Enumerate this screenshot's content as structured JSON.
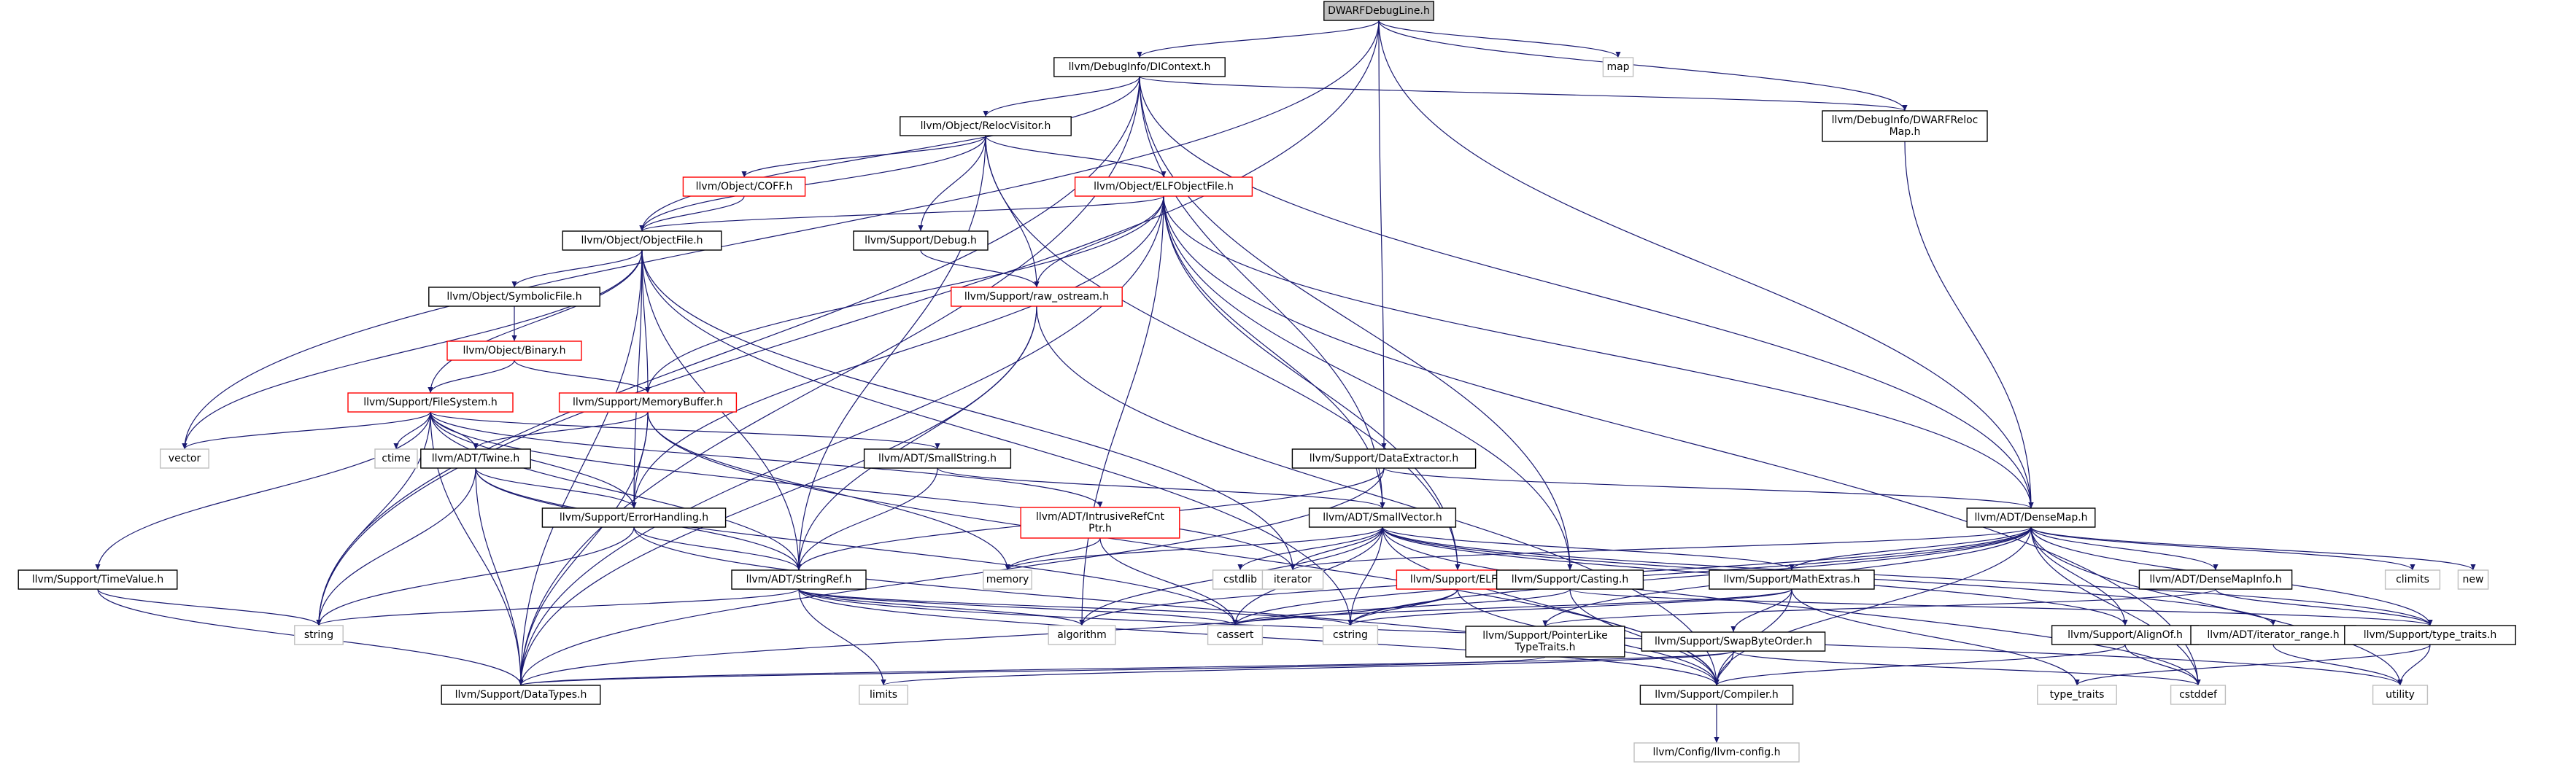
{
  "graph": {
    "title": "DWARFDebugLine.h",
    "colors": {
      "edge": "#191970",
      "node_border": "#000000",
      "node_border_external": "#bfbfbf",
      "node_border_truncated": "#ff0000",
      "root_fill": "#bfbfbf",
      "node_fill": "#ffffff"
    },
    "nodes": [
      {
        "id": "root",
        "lines": [
          "DWARFDebugLine.h"
        ],
        "kind": "root"
      },
      {
        "id": "dicontext",
        "lines": [
          "llvm/DebugInfo/DIContext.h"
        ],
        "kind": "normal"
      },
      {
        "id": "map",
        "lines": [
          "map"
        ],
        "kind": "external"
      },
      {
        "id": "dwarfreloc",
        "lines": [
          "llvm/DebugInfo/DWARFReloc",
          "Map.h"
        ],
        "kind": "normal"
      },
      {
        "id": "relocvisitor",
        "lines": [
          "llvm/Object/RelocVisitor.h"
        ],
        "kind": "normal"
      },
      {
        "id": "coff",
        "lines": [
          "llvm/Object/COFF.h"
        ],
        "kind": "truncated"
      },
      {
        "id": "elfobj",
        "lines": [
          "llvm/Object/ELFObjectFile.h"
        ],
        "kind": "truncated"
      },
      {
        "id": "objectfile",
        "lines": [
          "llvm/Object/ObjectFile.h"
        ],
        "kind": "normal"
      },
      {
        "id": "debug",
        "lines": [
          "llvm/Support/Debug.h"
        ],
        "kind": "normal"
      },
      {
        "id": "rawostream",
        "lines": [
          "llvm/Support/raw_ostream.h"
        ],
        "kind": "truncated"
      },
      {
        "id": "symbolicfile",
        "lines": [
          "llvm/Object/SymbolicFile.h"
        ],
        "kind": "normal"
      },
      {
        "id": "binary",
        "lines": [
          "llvm/Object/Binary.h"
        ],
        "kind": "truncated"
      },
      {
        "id": "filesystem",
        "lines": [
          "llvm/Support/FileSystem.h"
        ],
        "kind": "truncated"
      },
      {
        "id": "memorybuffer",
        "lines": [
          "llvm/Support/MemoryBuffer.h"
        ],
        "kind": "truncated"
      },
      {
        "id": "vector",
        "lines": [
          "vector"
        ],
        "kind": "external"
      },
      {
        "id": "ctime",
        "lines": [
          "ctime"
        ],
        "kind": "external"
      },
      {
        "id": "twine",
        "lines": [
          "llvm/ADT/Twine.h"
        ],
        "kind": "normal"
      },
      {
        "id": "smallstring",
        "lines": [
          "llvm/ADT/SmallString.h"
        ],
        "kind": "normal"
      },
      {
        "id": "dataextractor",
        "lines": [
          "llvm/Support/DataExtractor.h"
        ],
        "kind": "normal"
      },
      {
        "id": "densemap",
        "lines": [
          "llvm/ADT/DenseMap.h"
        ],
        "kind": "normal"
      },
      {
        "id": "errorhandling",
        "lines": [
          "llvm/Support/ErrorHandling.h"
        ],
        "kind": "normal"
      },
      {
        "id": "intrusiveref",
        "lines": [
          "llvm/ADT/IntrusiveRefCnt",
          "Ptr.h"
        ],
        "kind": "truncated"
      },
      {
        "id": "smallvector",
        "lines": [
          "llvm/ADT/SmallVector.h"
        ],
        "kind": "normal"
      },
      {
        "id": "timevalue",
        "lines": [
          "llvm/Support/TimeValue.h"
        ],
        "kind": "normal"
      },
      {
        "id": "stringref",
        "lines": [
          "llvm/ADT/StringRef.h"
        ],
        "kind": "normal"
      },
      {
        "id": "memory",
        "lines": [
          "memory"
        ],
        "kind": "external"
      },
      {
        "id": "cstdlib",
        "lines": [
          "cstdlib"
        ],
        "kind": "external"
      },
      {
        "id": "iterator",
        "lines": [
          "iterator"
        ],
        "kind": "external"
      },
      {
        "id": "supportelf",
        "lines": [
          "llvm/Support/ELF.h"
        ],
        "kind": "truncated"
      },
      {
        "id": "casting",
        "lines": [
          "llvm/Support/Casting.h"
        ],
        "kind": "normal"
      },
      {
        "id": "mathextras",
        "lines": [
          "llvm/Support/MathExtras.h"
        ],
        "kind": "normal"
      },
      {
        "id": "densemapinfo",
        "lines": [
          "llvm/ADT/DenseMapInfo.h"
        ],
        "kind": "normal"
      },
      {
        "id": "climits",
        "lines": [
          "climits"
        ],
        "kind": "external"
      },
      {
        "id": "new",
        "lines": [
          "new"
        ],
        "kind": "external"
      },
      {
        "id": "string",
        "lines": [
          "string"
        ],
        "kind": "external"
      },
      {
        "id": "algorithm",
        "lines": [
          "algorithm"
        ],
        "kind": "external"
      },
      {
        "id": "cassert",
        "lines": [
          "cassert"
        ],
        "kind": "external"
      },
      {
        "id": "cstring",
        "lines": [
          "cstring"
        ],
        "kind": "external"
      },
      {
        "id": "pointerlike",
        "lines": [
          "llvm/Support/PointerLike",
          "TypeTraits.h"
        ],
        "kind": "normal"
      },
      {
        "id": "swapbyteorder",
        "lines": [
          "llvm/Support/SwapByteOrder.h"
        ],
        "kind": "normal"
      },
      {
        "id": "alignof",
        "lines": [
          "llvm/Support/AlignOf.h"
        ],
        "kind": "normal"
      },
      {
        "id": "iteratorrange",
        "lines": [
          "llvm/ADT/iterator_range.h"
        ],
        "kind": "normal"
      },
      {
        "id": "typetraits",
        "lines": [
          "llvm/Support/type_traits.h"
        ],
        "kind": "normal"
      },
      {
        "id": "datatypes",
        "lines": [
          "llvm/Support/DataTypes.h"
        ],
        "kind": "normal"
      },
      {
        "id": "limits",
        "lines": [
          "limits"
        ],
        "kind": "external"
      },
      {
        "id": "compiler",
        "lines": [
          "llvm/Support/Compiler.h"
        ],
        "kind": "normal"
      },
      {
        "id": "type_traits",
        "lines": [
          "type_traits"
        ],
        "kind": "external"
      },
      {
        "id": "cstddef",
        "lines": [
          "cstddef"
        ],
        "kind": "external"
      },
      {
        "id": "utility",
        "lines": [
          "utility"
        ],
        "kind": "external"
      },
      {
        "id": "llvmconfig",
        "lines": [
          "llvm/Config/llvm-config.h"
        ],
        "kind": "external"
      }
    ],
    "edges": [
      [
        "root",
        "dicontext"
      ],
      [
        "root",
        "map"
      ],
      [
        "root",
        "dwarfreloc"
      ],
      [
        "root",
        "dataextractor"
      ],
      [
        "root",
        "densemap"
      ],
      [
        "root",
        "vector"
      ],
      [
        "root",
        "string"
      ],
      [
        "dicontext",
        "relocvisitor"
      ],
      [
        "dicontext",
        "objectfile"
      ],
      [
        "dicontext",
        "dwarfreloc"
      ],
      [
        "dicontext",
        "casting"
      ],
      [
        "dicontext",
        "smallvector"
      ],
      [
        "dicontext",
        "string"
      ],
      [
        "dicontext",
        "datatypes"
      ],
      [
        "dicontext",
        "densemap"
      ],
      [
        "dwarfreloc",
        "densemap"
      ],
      [
        "relocvisitor",
        "coff"
      ],
      [
        "relocvisitor",
        "elfobj"
      ],
      [
        "relocvisitor",
        "objectfile"
      ],
      [
        "relocvisitor",
        "debug"
      ],
      [
        "relocvisitor",
        "rawostream"
      ],
      [
        "relocvisitor",
        "stringref"
      ],
      [
        "relocvisitor",
        "supportelf"
      ],
      [
        "coff",
        "objectfile"
      ],
      [
        "elfobj",
        "objectfile"
      ],
      [
        "elfobj",
        "rawostream"
      ],
      [
        "elfobj",
        "memorybuffer"
      ],
      [
        "elfobj",
        "errorhandling"
      ],
      [
        "elfobj",
        "smallvector"
      ],
      [
        "elfobj",
        "supportelf"
      ],
      [
        "elfobj",
        "casting"
      ],
      [
        "elfobj",
        "densemap"
      ],
      [
        "elfobj",
        "cstddef"
      ],
      [
        "elfobj",
        "algorithm"
      ],
      [
        "elfobj",
        "datatypes"
      ],
      [
        "objectfile",
        "symbolicfile"
      ],
      [
        "objectfile",
        "filesystem"
      ],
      [
        "objectfile",
        "memorybuffer"
      ],
      [
        "objectfile",
        "errorhandling"
      ],
      [
        "objectfile",
        "stringref"
      ],
      [
        "objectfile",
        "vector"
      ],
      [
        "objectfile",
        "datatypes"
      ],
      [
        "objectfile",
        "iterator"
      ],
      [
        "objectfile",
        "cstring"
      ],
      [
        "debug",
        "rawostream"
      ],
      [
        "rawostream",
        "stringref"
      ],
      [
        "rawostream",
        "compiler"
      ],
      [
        "rawostream",
        "datatypes"
      ],
      [
        "symbolicfile",
        "binary"
      ],
      [
        "binary",
        "filesystem"
      ],
      [
        "binary",
        "memorybuffer"
      ],
      [
        "filesystem",
        "vector"
      ],
      [
        "filesystem",
        "ctime"
      ],
      [
        "filesystem",
        "twine"
      ],
      [
        "filesystem",
        "smallstring"
      ],
      [
        "filesystem",
        "errorhandling"
      ],
      [
        "filesystem",
        "intrusiveref"
      ],
      [
        "filesystem",
        "timevalue"
      ],
      [
        "filesystem",
        "string"
      ],
      [
        "filesystem",
        "datatypes"
      ],
      [
        "filesystem",
        "iterator"
      ],
      [
        "filesystem",
        "stringref"
      ],
      [
        "memorybuffer",
        "twine"
      ],
      [
        "memorybuffer",
        "datatypes"
      ],
      [
        "memorybuffer",
        "memory"
      ],
      [
        "memorybuffer",
        "errorhandling"
      ],
      [
        "memorybuffer",
        "compiler"
      ],
      [
        "twine",
        "stringref"
      ],
      [
        "twine",
        "string"
      ],
      [
        "twine",
        "datatypes"
      ],
      [
        "twine",
        "errorhandling"
      ],
      [
        "twine",
        "cassert"
      ],
      [
        "smallstring",
        "smallvector"
      ],
      [
        "smallstring",
        "stringref"
      ],
      [
        "dataextractor",
        "densemap"
      ],
      [
        "dataextractor",
        "datatypes"
      ],
      [
        "dataextractor",
        "stringref"
      ],
      [
        "errorhandling",
        "stringref"
      ],
      [
        "errorhandling",
        "compiler"
      ],
      [
        "errorhandling",
        "string"
      ],
      [
        "intrusiveref",
        "memory"
      ],
      [
        "intrusiveref",
        "cassert"
      ],
      [
        "smallvector",
        "algorithm"
      ],
      [
        "smallvector",
        "cassert"
      ],
      [
        "smallvector",
        "cstddef"
      ],
      [
        "smallvector",
        "cstdlib"
      ],
      [
        "smallvector",
        "cstring"
      ],
      [
        "smallvector",
        "iterator"
      ],
      [
        "smallvector",
        "memory"
      ],
      [
        "smallvector",
        "alignof"
      ],
      [
        "smallvector",
        "compiler"
      ],
      [
        "smallvector",
        "mathextras"
      ],
      [
        "smallvector",
        "typetraits"
      ],
      [
        "smallvector",
        "iteratorrange"
      ],
      [
        "timevalue",
        "datatypes"
      ],
      [
        "timevalue",
        "string"
      ],
      [
        "stringref",
        "algorithm"
      ],
      [
        "stringref",
        "cassert"
      ],
      [
        "stringref",
        "cstring"
      ],
      [
        "stringref",
        "limits"
      ],
      [
        "stringref",
        "string"
      ],
      [
        "stringref",
        "utility"
      ],
      [
        "stringref",
        "compiler"
      ],
      [
        "supportelf",
        "compiler"
      ],
      [
        "supportelf",
        "datatypes"
      ],
      [
        "supportelf",
        "cstring"
      ],
      [
        "casting",
        "compiler"
      ],
      [
        "casting",
        "typetraits"
      ],
      [
        "casting",
        "cassert"
      ],
      [
        "mathextras",
        "compiler"
      ],
      [
        "mathextras",
        "swapbyteorder"
      ],
      [
        "mathextras",
        "cassert"
      ],
      [
        "mathextras",
        "cstring"
      ],
      [
        "mathextras",
        "type_traits"
      ],
      [
        "densemap",
        "densemapinfo"
      ],
      [
        "densemap",
        "algorithm"
      ],
      [
        "densemap",
        "cassert"
      ],
      [
        "densemap",
        "climits"
      ],
      [
        "densemap",
        "cstddef"
      ],
      [
        "densemap",
        "cstring"
      ],
      [
        "densemap",
        "iterator"
      ],
      [
        "densemap",
        "new"
      ],
      [
        "densemap",
        "utility"
      ],
      [
        "densemap",
        "alignof"
      ],
      [
        "densemap",
        "compiler"
      ],
      [
        "densemap",
        "mathextras"
      ],
      [
        "densemap",
        "pointerlike"
      ],
      [
        "densemap",
        "typetraits"
      ],
      [
        "densemapinfo",
        "typetraits"
      ],
      [
        "densemapinfo",
        "pointerlike"
      ],
      [
        "pointerlike",
        "datatypes"
      ],
      [
        "swapbyteorder",
        "compiler"
      ],
      [
        "swapbyteorder",
        "datatypes"
      ],
      [
        "swapbyteorder",
        "cstddef"
      ],
      [
        "swapbyteorder",
        "limits"
      ],
      [
        "alignof",
        "compiler"
      ],
      [
        "alignof",
        "cstddef"
      ],
      [
        "iteratorrange",
        "utility"
      ],
      [
        "typetraits",
        "utility"
      ],
      [
        "typetraits",
        "type_traits"
      ],
      [
        "compiler",
        "llvmconfig"
      ]
    ]
  }
}
